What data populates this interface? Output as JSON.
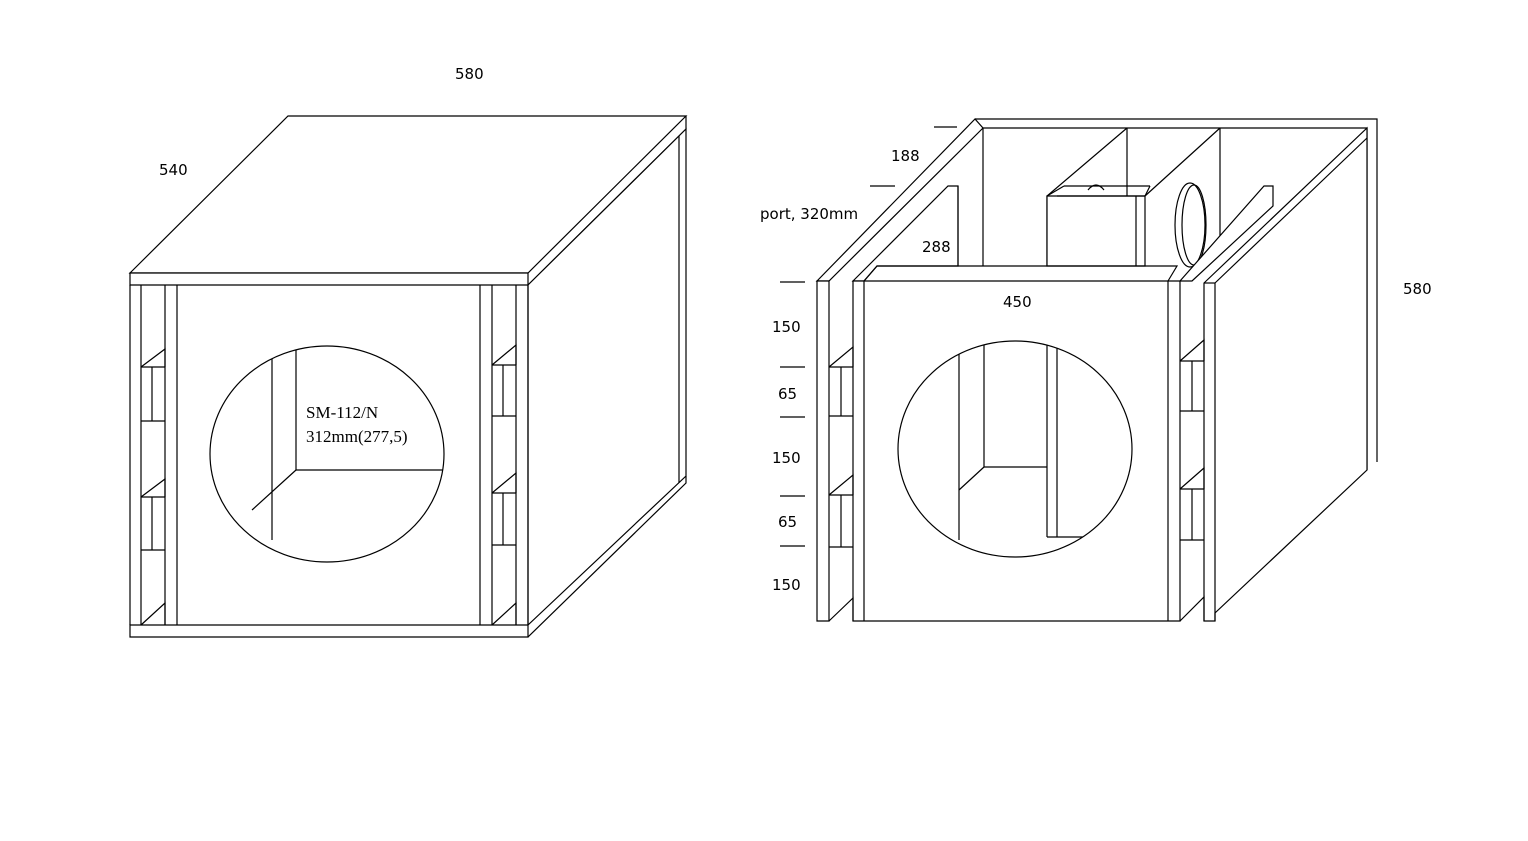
{
  "left_box": {
    "dim_top": "580",
    "dim_side": "540",
    "driver_model": "SM-112/N",
    "driver_size": "312mm(277,5)"
  },
  "right_box": {
    "dim_port_depth": "188",
    "port_label": "port, 320mm",
    "dim_inner_depth": "288",
    "dim_inner_width": "450",
    "dim_depth": "580",
    "stack_dims": [
      "150",
      "65",
      "150",
      "65",
      "150"
    ]
  }
}
